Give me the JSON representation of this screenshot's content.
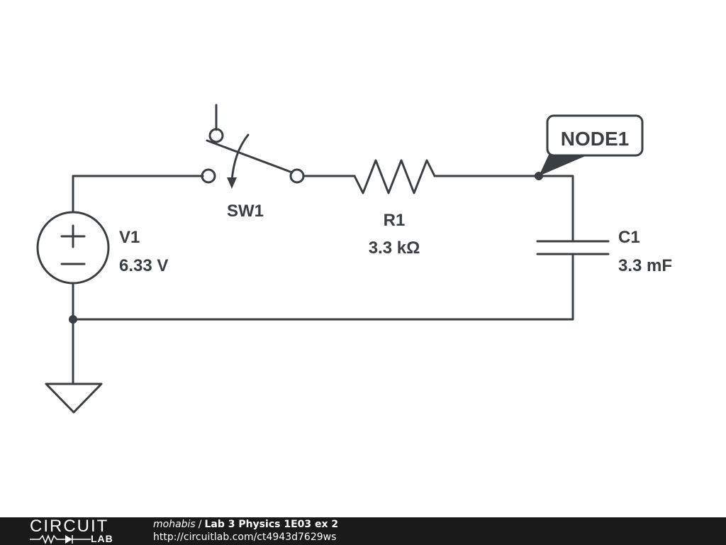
{
  "components": {
    "voltage_source": {
      "name": "V1",
      "value": "6.33 V"
    },
    "switch": {
      "name": "SW1"
    },
    "resistor": {
      "name": "R1",
      "value": "3.3 kΩ"
    },
    "capacitor": {
      "name": "C1",
      "value": "3.3 mF"
    },
    "node_label": "NODE1"
  },
  "footer": {
    "logo_top": "CIRCUIT",
    "logo_bottom": "LAB",
    "author": "mohabis",
    "separator": "/",
    "title": "Lab 3 Physics 1E03 ex 2",
    "url": "http://circuitlab.com/ct4943d7629ws"
  },
  "colors": {
    "wire": "#3a3f44",
    "footer_bg": "#1a1a1a",
    "footer_text": "#ffffff"
  }
}
